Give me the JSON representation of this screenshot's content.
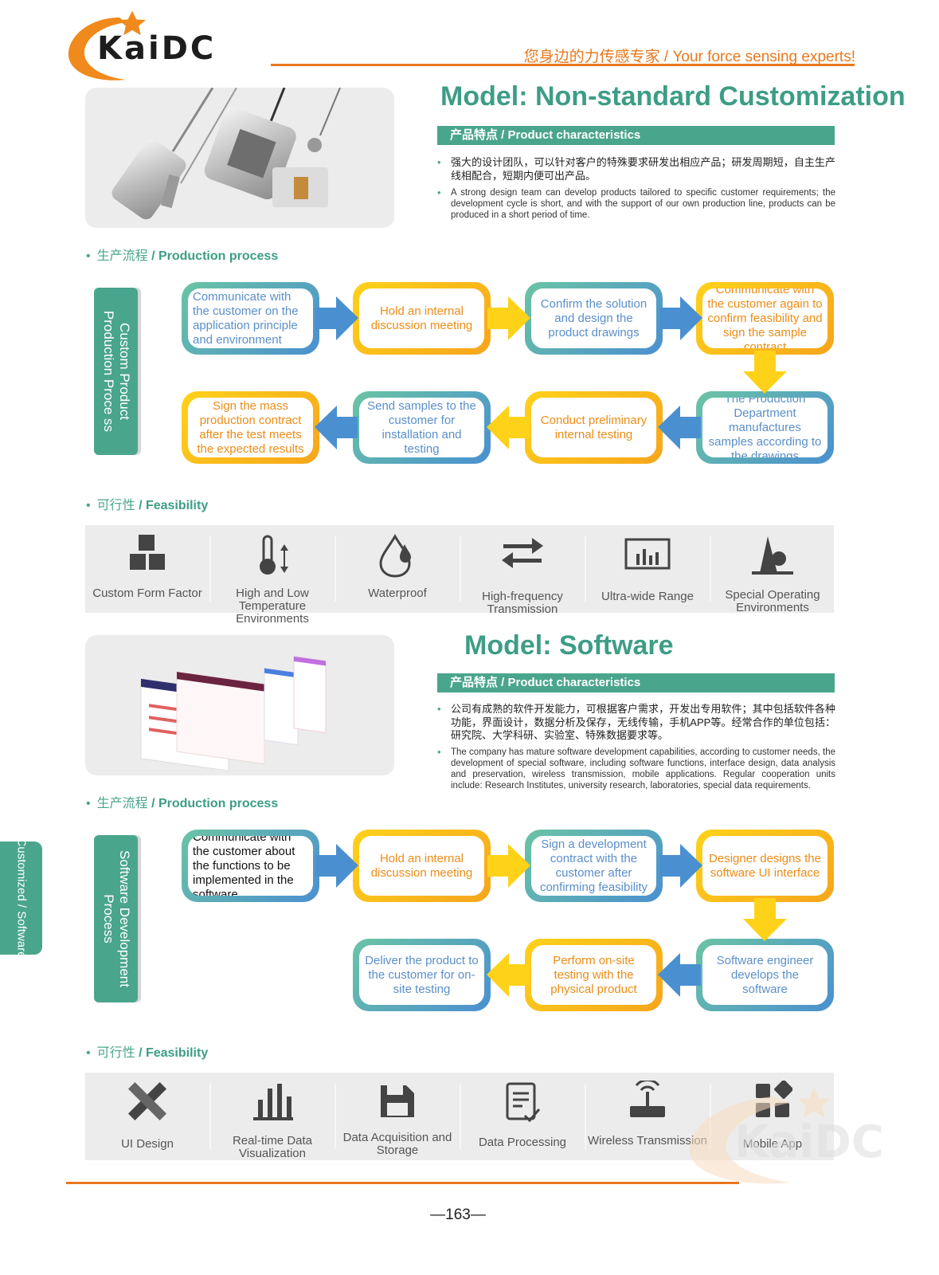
{
  "header": {
    "brand": "KaiDC",
    "tagline": "您身边的力传感专家 / Your force sensing experts!"
  },
  "colors": {
    "accent_green": "#4aa58d",
    "accent_orange": "#e8781e",
    "flow_blue": "#4a90d0",
    "flow_yellow": "#ffd21a"
  },
  "customization": {
    "title": "Model: Non-standard Customization",
    "char_bar_cn": "产品特点",
    "char_bar_en": " / Product characteristics",
    "bullet_cn": "强大的设计团队，可以针对客户的特殊要求研发出相应产品；研发周期短，自主生产线相配合，短期内便可出产品。",
    "bullet_en": "A strong design team can develop products tailored to specific customer requirements; the development cycle is short, and with the support of our own production line, products can be produced in a short period of time.",
    "process_head_cn": "生产流程",
    "process_head_en": " / Production process",
    "vertical_label": "Custom Product Production Proce ss",
    "flow": [
      "Communicate with the customer on the application principle and environment",
      "Hold an internal discussion meeting",
      "Confirm the solution and design the product drawings",
      "Communicate with the customer again to confirm feasibility and sign the sample contract",
      "The Production Department manufactures samples according to the drawings",
      "Conduct preliminary internal testing",
      "Send samples to the customer for installation and testing",
      "Sign the mass production contract after the test meets the expected results"
    ],
    "feasibility_head_cn": "可行性",
    "feasibility_head_en": " / Feasibility",
    "feasibility": [
      {
        "icon": "blocks-icon",
        "label": "Custom Form Factor"
      },
      {
        "icon": "thermometer-icon",
        "label": "High and Low Temperature Environments"
      },
      {
        "icon": "waterdrop-icon",
        "label": "Waterproof"
      },
      {
        "icon": "exchange-arrows-icon",
        "label": "High-frequency Transmission"
      },
      {
        "icon": "bar-chart-icon",
        "label": "Ultra-wide Range"
      },
      {
        "icon": "special-environment-icon",
        "label": "Special Operating Environments"
      }
    ]
  },
  "software": {
    "title": "Model: Software",
    "char_bar_cn": "产品特点",
    "char_bar_en": " / Product characteristics",
    "bullet_cn": "公司有成熟的软件开发能力，可根据客户需求，开发出专用软件；其中包括软件各种功能，界面设计，数据分析及保存，无线传输，手机APP等。经常合作的单位包括：研究院、大学科研、实验室、特殊数据要求等。",
    "bullet_en": "The company has mature software development capabilities, according to customer needs, the development of special software, including software functions, interface design, data analysis and preservation, wireless transmission, mobile applications. Regular cooperation units include: Research Institutes, university research, laboratories, special data requirements.",
    "process_head_cn": "生产流程",
    "process_head_en": " / Production process",
    "vertical_label": "Software Development Process",
    "flow": [
      "Communicate with the customer about the functions to be implemented in the software",
      "Hold an internal discussion meeting",
      "Sign a development contract with the customer after confirming feasibility",
      "Designer designs the software UI interface",
      "Software engineer develops the software",
      "Perform on-site testing with the physical product",
      "Deliver the product to the customer for on-site testing"
    ],
    "feasibility_head_cn": "可行性",
    "feasibility_head_en": " / Feasibility",
    "feasibility": [
      {
        "icon": "design-tools-icon",
        "label": "UI Design"
      },
      {
        "icon": "bar-chart-icon",
        "label": "Real-time Data Visualization"
      },
      {
        "icon": "save-disk-icon",
        "label": "Data Acquisition and Storage"
      },
      {
        "icon": "document-check-icon",
        "label": "Data Processing"
      },
      {
        "icon": "router-icon",
        "label": "Wireless Transmission"
      },
      {
        "icon": "app-grid-icon",
        "label": "Mobile App"
      }
    ]
  },
  "side_tab": "Customized / Software",
  "footer": {
    "page_number": "—163—"
  }
}
